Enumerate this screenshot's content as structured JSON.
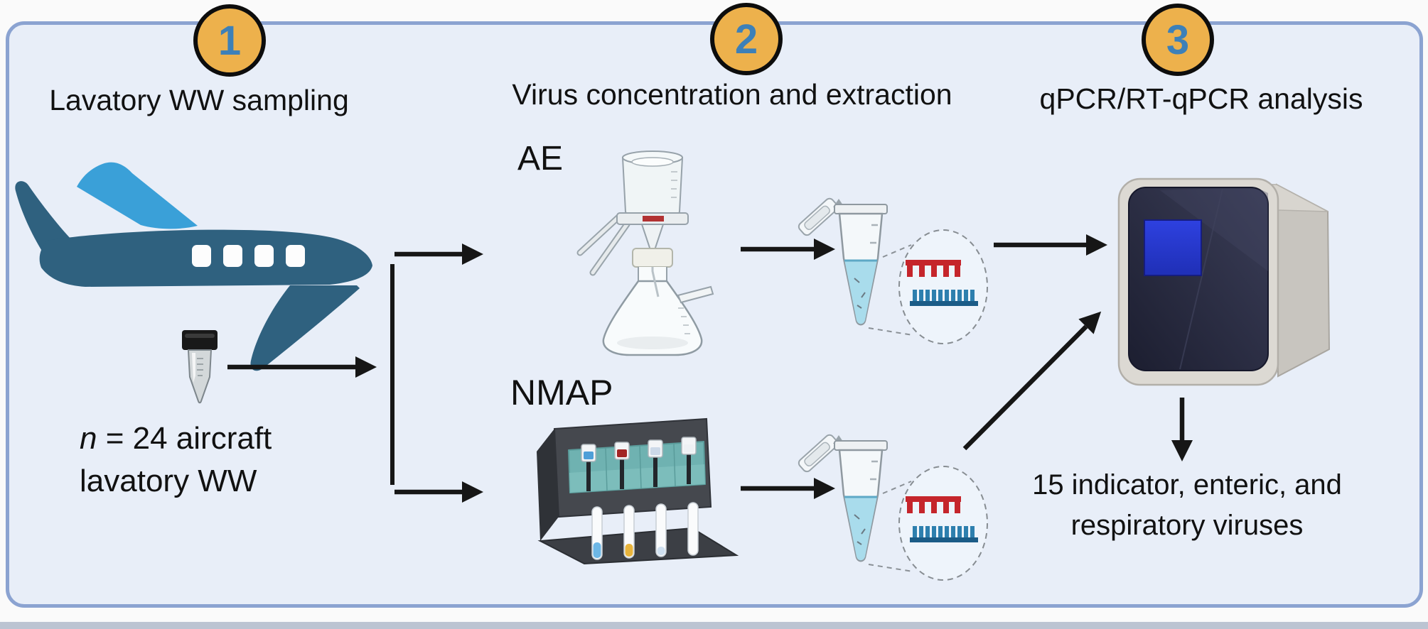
{
  "figure": {
    "steps": [
      {
        "number": "1",
        "title": "Lavatory WW sampling"
      },
      {
        "number": "2",
        "title": "Virus concentration and extraction"
      },
      {
        "number": "3",
        "title": "qPCR/RT-qPCR analysis"
      }
    ],
    "sample_annotation": {
      "symbol": "n",
      "line1_rest": " = 24 aircraft",
      "line2": "lavatory WW"
    },
    "methods": {
      "ae": "AE",
      "nmap": "NMAP"
    },
    "result": {
      "line1": "15 indicator, enteric, and",
      "line2": "respiratory viruses"
    },
    "icons": [
      "airplane-icon",
      "sample-tube-icon",
      "vacuum-filtration-icon",
      "nmap-concentrator-icon",
      "microcentrifuge-tube-icon",
      "nucleic-acid-magnifier-icon",
      "qpcr-thermocycler-icon"
    ]
  },
  "colors": {
    "panel_bg": "#e8eef8",
    "panel_border": "#8ba3d1",
    "badge_fill": "#edb14c",
    "badge_number": "#3d80b8",
    "arrow": "#161616",
    "plane_dark": "#2f617f",
    "plane_light": "#3aa0d8",
    "tube_liquid": "#a9dcec",
    "dna_red": "#c5252b",
    "dna_blue": "#2d7fae",
    "nmap_teal": "#6fb2b1",
    "screen_blue": "#2a38d4"
  }
}
